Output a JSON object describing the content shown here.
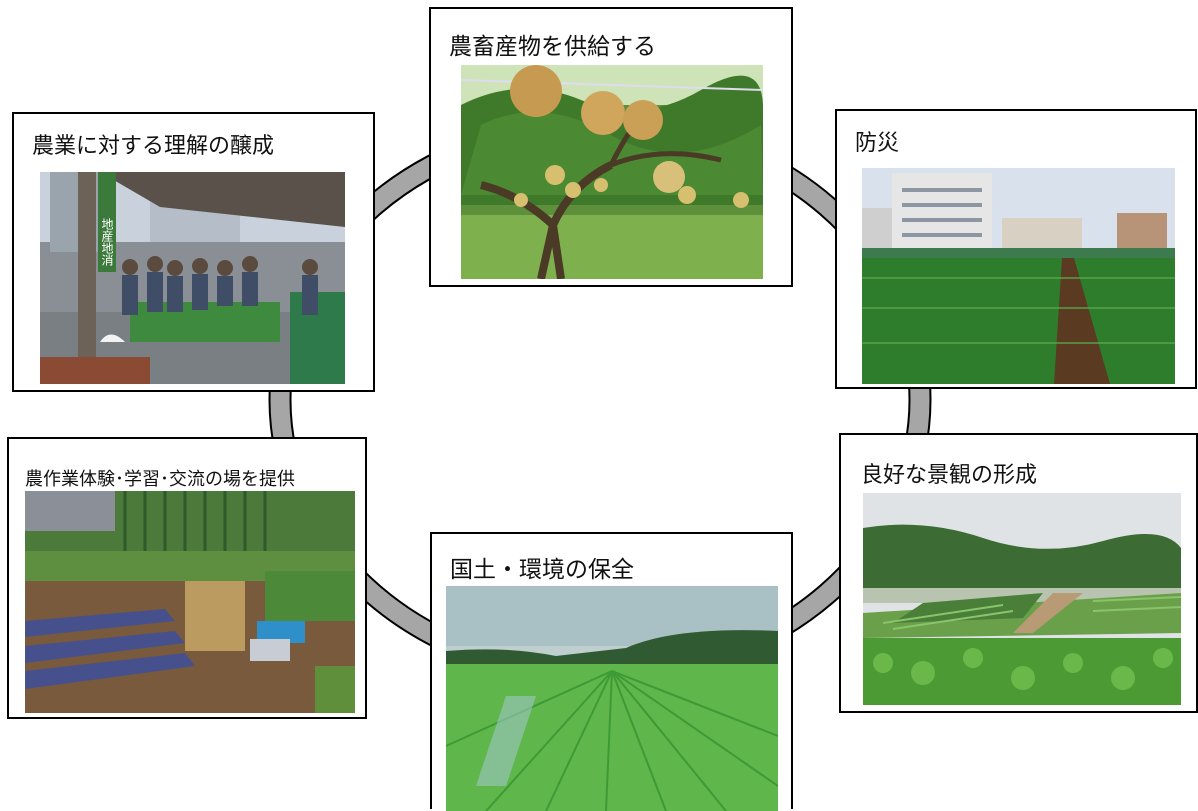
{
  "diagram": {
    "nodes": [
      {
        "id": "pear",
        "label": "農畜産物を供給する",
        "image": "pear-orchard-photo"
      },
      {
        "id": "market",
        "label": "農業に対する理解の醸成",
        "image": "farmers-market-photo"
      },
      {
        "id": "disaster",
        "label": "防災",
        "image": "vegetable-field-buildings-photo"
      },
      {
        "id": "farm",
        "label": "農作業体験･学習･交流の場を提供",
        "image": "allotment-garden-photo"
      },
      {
        "id": "landscape",
        "label": "良好な景観の形成",
        "image": "rural-landscape-photo"
      },
      {
        "id": "paddy",
        "label": "国土・環境の保全",
        "image": "rice-paddy-photo"
      }
    ],
    "connector": {
      "shape": "ring",
      "color": "#a6a6a6",
      "outline": "#000000"
    },
    "market_sign_text": "地産地消"
  }
}
